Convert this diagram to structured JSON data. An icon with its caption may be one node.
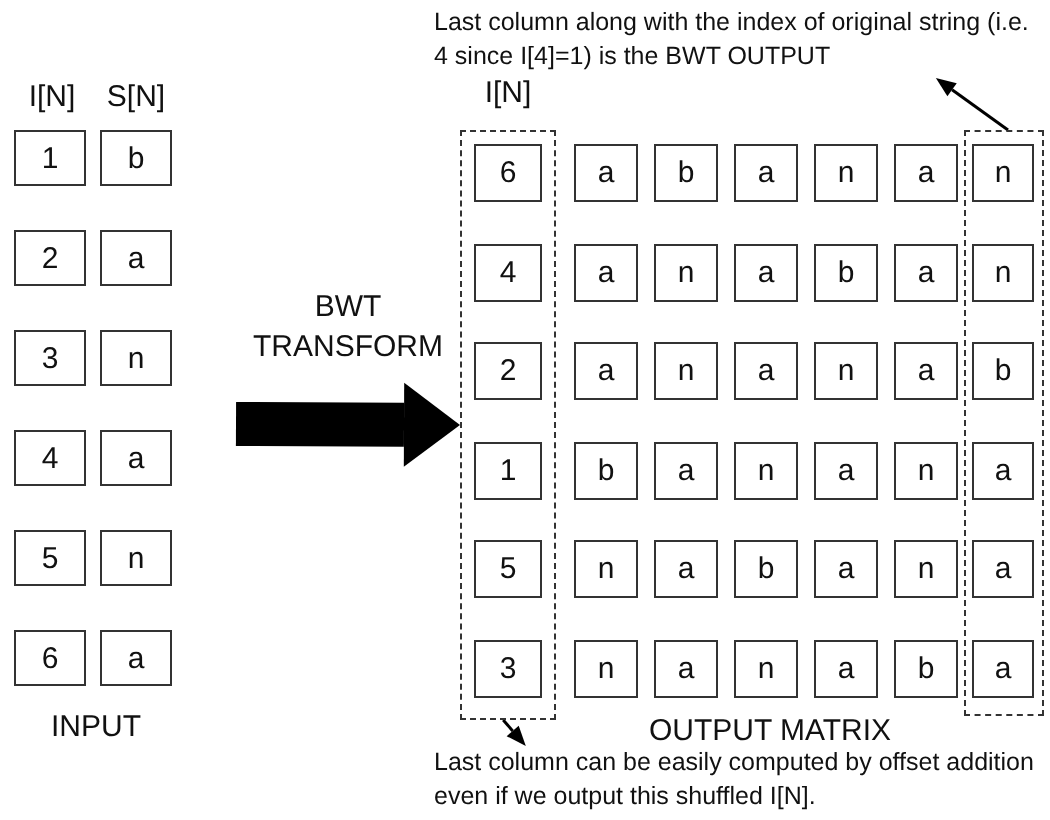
{
  "diagram": {
    "nodes": [
      {
        "text": [
          "Last column along with the index of original string (i.e. 4 since I[4]=1) is the BWT OUTPUT"
        ]
      },
      {
        "text": [
          "1"
        ]
      },
      {
        "text": [
          "b"
        ]
      },
      {
        "text": [
          "2"
        ]
      },
      {
        "text": [
          "a"
        ]
      },
      {
        "text": [
          "3"
        ]
      },
      {
        "text": [
          "n"
        ]
      },
      {
        "text": [
          "4"
        ]
      },
      {
        "text": [
          "a"
        ]
      },
      {
        "text": [
          "5"
        ]
      },
      {
        "text": [
          "n"
        ]
      },
      {
        "text": [
          "6"
        ]
      },
      {
        "text": [
          "a"
        ]
      },
      {
        "text": [
          "I[N]"
        ]
      },
      {
        "text": [],
        "shape": "box"
      },
      {
        "text": [
          "6"
        ],
        "in": 13
      },
      {
        "text": [
          "a"
        ]
      },
      {
        "text": [
          "b"
        ]
      },
      {
        "text": [
          "a"
        ]
      },
      {
        "text": [
          "n"
        ]
      },
      {
        "text": [
          "a"
        ]
      },
      {
        "text": [
          "n"
        ],
        "in": 14
      },
      {
        "text": [
          "4"
        ],
        "in": 13
      },
      {
        "text": [
          "a"
        ]
      },
      {
        "text": [
          "n"
        ]
      },
      {
        "text": [
          "a"
        ]
      },
      {
        "text": [
          "b"
        ]
      },
      {
        "text": [
          "a"
        ]
      },
      {
        "text": [
          "n"
        ],
        "in": 14
      },
      {
        "text": [
          "2"
        ],
        "in": 13
      },
      {
        "text": [
          "a"
        ]
      },
      {
        "text": [
          "n"
        ]
      },
      {
        "text": [
          "a"
        ]
      },
      {
        "text": [
          "n"
        ]
      },
      {
        "text": [
          "a"
        ]
      },
      {
        "text": [
          "b"
        ],
        "in": 14
      },
      {
        "text": [
          "1"
        ],
        "in": 13
      },
      {
        "text": [
          "b"
        ]
      },
      {
        "text": [
          "a"
        ]
      },
      {
        "text": [
          "n"
        ]
      },
      {
        "text": [
          "a"
        ]
      },
      {
        "text": [
          "n"
        ]
      },
      {
        "text": [
          "a"
        ],
        "in": 14
      },
      {
        "text": [
          "5"
        ],
        "in": 13
      },
      {
        "text": [
          "n"
        ]
      },
      {
        "text": [
          "a"
        ]
      },
      {
        "text": [
          "b"
        ]
      },
      {
        "text": [
          "a"
        ]
      },
      {
        "text": [
          "n"
        ]
      },
      {
        "text": [
          "a"
        ],
        "in": 14
      },
      {
        "text": [
          "3"
        ],
        "in": 13
      },
      {
        "text": [
          "n"
        ]
      },
      {
        "text": [
          "a"
        ]
      },
      {
        "text": [
          "n"
        ]
      },
      {
        "text": [
          "a"
        ]
      },
      {
        "text": [
          "b"
        ]
      },
      {
        "text": [
          "a"
        ],
        "in": 14
      },
      {
        "text": [
          "Last column can be easily computed by offset addition even if we output this shuffled I[N]."
        ]
      }
    ],
    "edges": [
      {
        "from": 14,
        "to": 0,
        "arrow": "to"
      },
      {
        "from": null,
        "to": 13,
        "arrow": "to",
        "style": "thick",
        "label": "BWT TRANSFORM"
      },
      {
        "from": 13,
        "to": 57,
        "arrow": "to"
      }
    ],
    "labels": [
      "I[N]",
      "S[N]",
      "INPUT",
      "OUTPUT MATRIX"
    ]
  }
}
